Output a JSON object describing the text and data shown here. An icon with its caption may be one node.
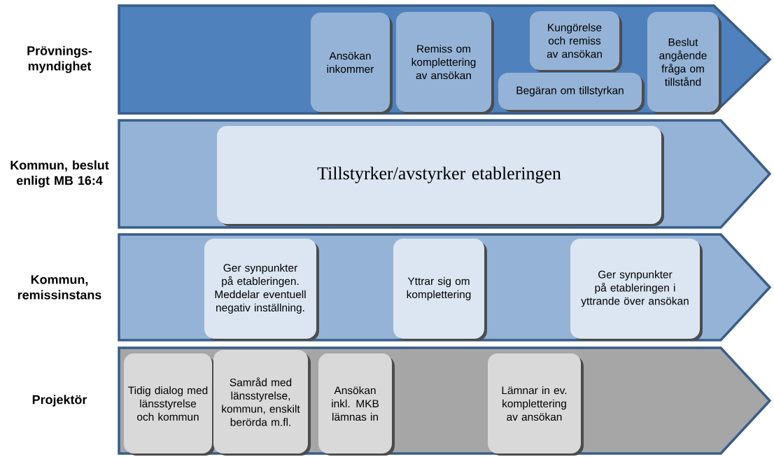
{
  "diagram": {
    "nodes": [
      {
        "text": [
          "Prövnings-myndighet"
        ]
      },
      {
        "text": [
          "Ansökan inkommer"
        ],
        "in": 0
      },
      {
        "text": [
          "Remiss om komplettering av ansökan"
        ],
        "in": 0
      },
      {
        "text": [
          "Kungörelse och remiss av ansökan"
        ],
        "in": 0
      },
      {
        "text": [
          "Begäran om tillstyrkan"
        ],
        "in": 0
      },
      {
        "text": [
          "Beslut angående fråga om tillstånd"
        ],
        "in": 0
      },
      {
        "text": [
          "Kommun, beslut enligt MB 16:4"
        ]
      },
      {
        "text": [
          "Tillstyrker/avstyrker etableringen"
        ],
        "in": 6
      },
      {
        "text": [
          "Kommun, remissinstans"
        ]
      },
      {
        "text": [
          "Ger synpunkter på etableringen. Meddelar eventuell negativ inställning."
        ],
        "in": 8
      },
      {
        "text": [
          "Yttrar sig om komplettering"
        ],
        "in": 8
      },
      {
        "text": [
          "Ger synpunkter på etableringen i yttrande över ansökan"
        ],
        "in": 8
      },
      {
        "text": [
          "Projektör"
        ]
      },
      {
        "text": [
          "Tidig dialog med länsstyrelse och kommun"
        ],
        "in": 12
      },
      {
        "text": [
          "Samråd med länsstyrelse, kommun, enskilt berörda m.fl."
        ],
        "in": 12
      },
      {
        "text": [
          "Ansökan inkl. MKB lämnas in"
        ],
        "in": 12
      },
      {
        "text": [
          "Lämnar in ev. komplettering av ansökan"
        ],
        "in": 12
      }
    ]
  }
}
